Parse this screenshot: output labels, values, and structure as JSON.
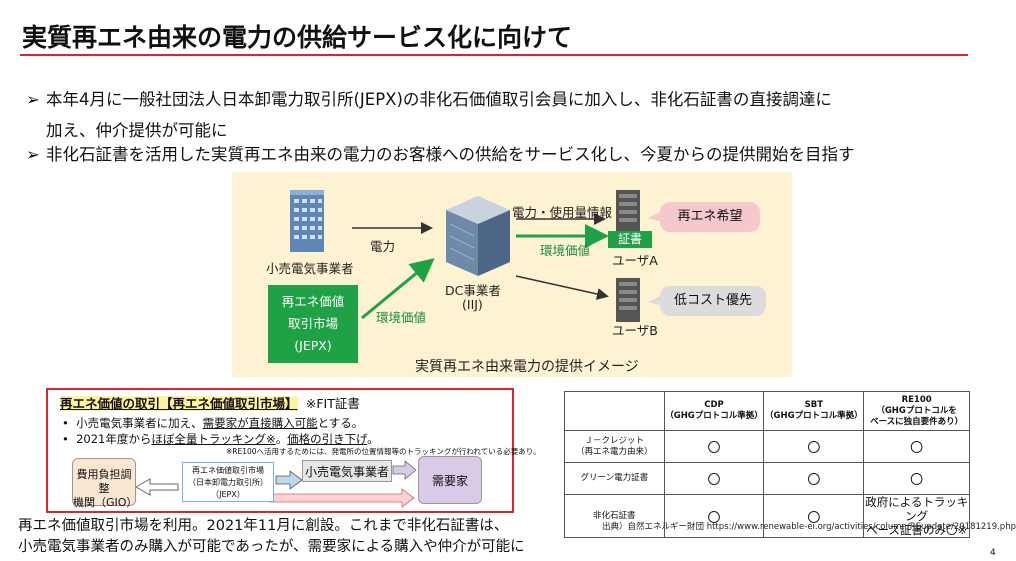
{
  "title": "実質再エネ由来の電力の供給サービス化に向けて",
  "bullets": {
    "marker": "➢",
    "b1_line1": "本年4月に一般社団法人日本卸電力取引所(JEPX)の非化石価値取引会員に加入し、非化石証書の直接調達に",
    "b1_line2": "加え、仲介提供が可能に",
    "b2": "非化石証書を活用した実質再エネ由来の電力のお客様への供給をサービス化し、今夏からの提供開始を目指す"
  },
  "diagram": {
    "retailer": "小売電気事業者",
    "power": "電力",
    "jepx_l1": "再エネ価値",
    "jepx_l2": "取引市場",
    "jepx_l3": "(JEPX)",
    "env_value_left": "環境価値",
    "dc_l1": "DC事業者",
    "dc_l2": "(IIJ)",
    "power_usage": "電力・使用量情報",
    "env_value_right": "環境価値",
    "certificate": "証書",
    "user_a": "ユーザA",
    "user_b": "ユーザB",
    "want_renew": "再エネ希望",
    "low_cost": "低コスト優先",
    "caption": "実質再エネ由来電力の提供イメージ"
  },
  "market_box": {
    "heading": "再エネ価値の取引【再エネ価値取引市場】",
    "fit": "※FIT証書",
    "p1_pre": "小売電気事業者に加え、",
    "p1_u": "需要家が直接購入可能",
    "p1_post": "とする。",
    "p2_pre": "2021年度から",
    "p2_u1": "ほぼ全量トラッキング※",
    "p2_mid": "。",
    "p2_u2": "価格の引き下げ",
    "p2_post": "。",
    "note": "※RE100へ活用するためには、発電所の位置情報等のトラッキングが行われている必要あり。",
    "dot": "•",
    "flow_gio_l1": "費用負担調整",
    "flow_gio_l2": "機関（GIO）",
    "flow_mkt_l1": "再エネ価値取引市場",
    "flow_mkt_l2": "（日本卸電力取引所）",
    "flow_mkt_l3": "（JEPX）",
    "flow_retail": "小売電気事業者",
    "flow_consumer": "需要家"
  },
  "bottom_note": {
    "l1": "再エネ価値取引市場を利用。2021年11月に創設。これまで非化石証書は、",
    "l2": "小売電気事業者のみ購入が可能であったが、需要家による購入や仲介が可能に"
  },
  "table": {
    "h_cdp_1": "CDP",
    "h_cdp_2": "（GHGプロトコル準拠）",
    "h_sbt_1": "SBT",
    "h_sbt_2": "（GHGプロトコル準拠）",
    "h_re_1": "RE100",
    "h_re_2": "（GHGプロトコルを",
    "h_re_3": "ベースに独自要件あり）",
    "r1_l1": "Ｊ－クレジット",
    "r1_l2": "（再エネ電力由来）",
    "r2": "グリーン電力証書",
    "r3": "非化石証書",
    "circle": "〇",
    "gov_l1": "政府によるトラッキ",
    "gov_l2": "ング",
    "gov_l3": "ベース証書のみ〇※"
  },
  "source": "出典）自然エネルギー財団 https://www.renewable-ei.org/activities/column/REupdate/20181219.php",
  "page_number": "4",
  "colors": {
    "accent_red": "#d9262c",
    "green": "#1fa246",
    "diagram_bg": "#fdf3d2",
    "bubble_pink": "#f5c9cb",
    "bubble_gray": "#dcdcdc"
  }
}
